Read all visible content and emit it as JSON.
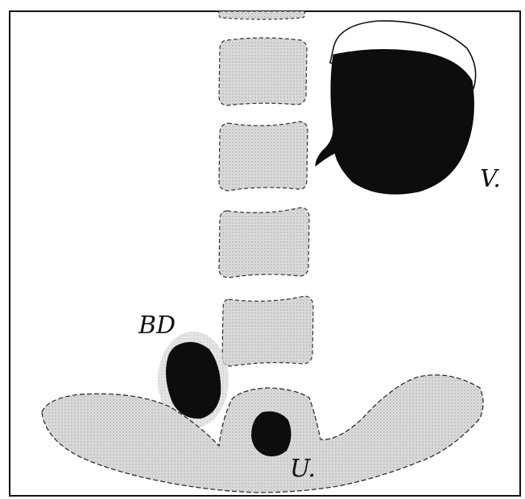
{
  "figure": {
    "labels": {
      "v": "V.",
      "bd": "BD",
      "u": "U."
    },
    "colors": {
      "ink": "#111111",
      "stipple": "#d9d9d9",
      "stipple_dot": "#9a9a9a",
      "paper": "#ffffff"
    }
  }
}
